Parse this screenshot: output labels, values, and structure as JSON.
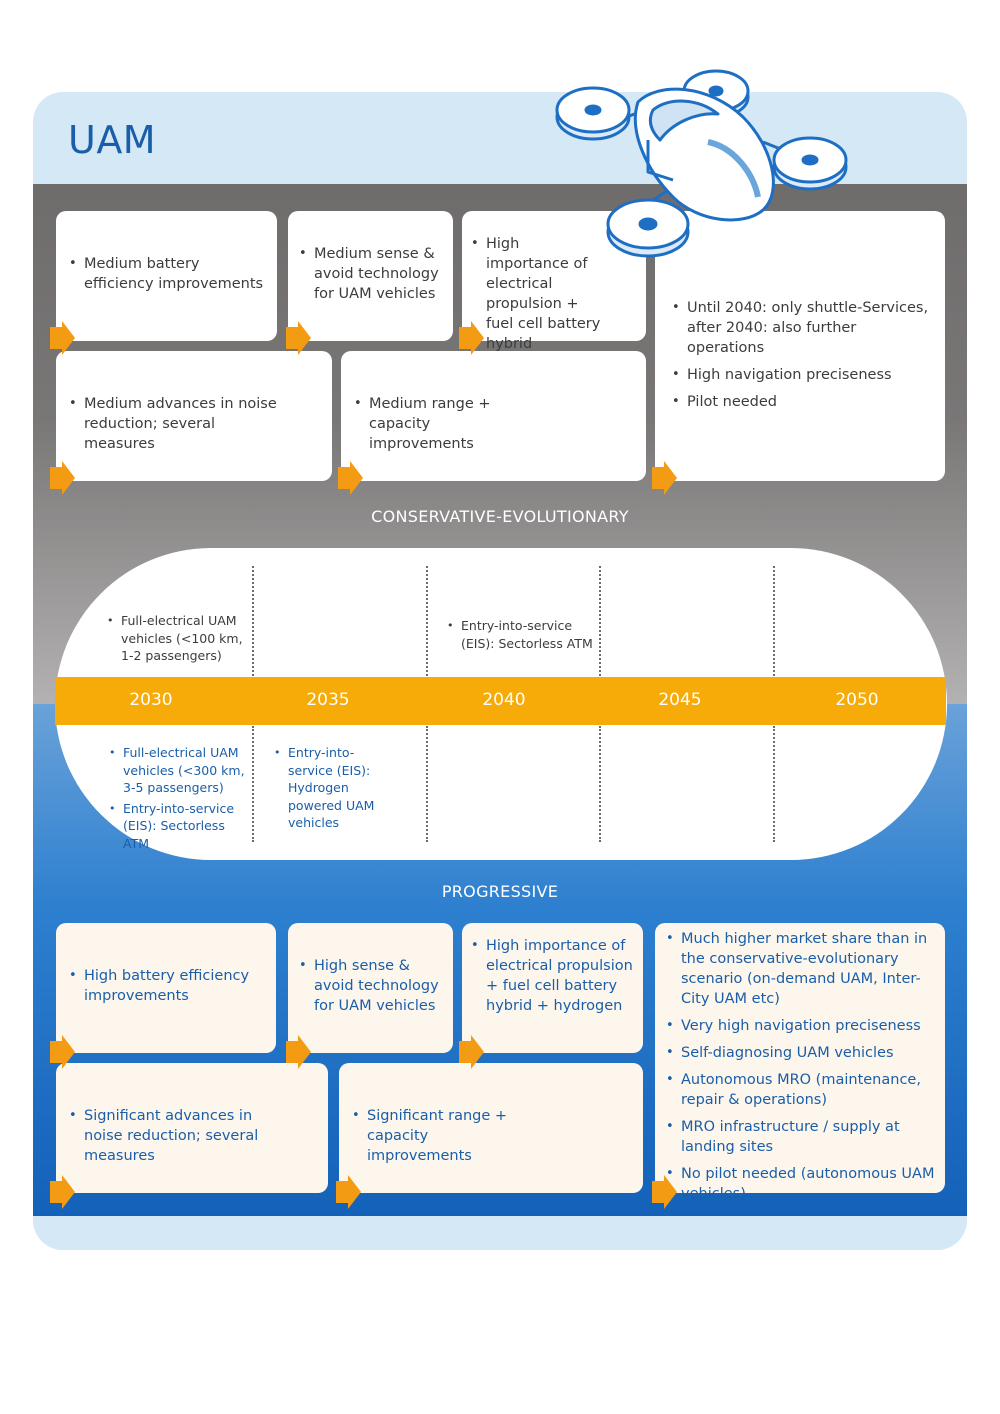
{
  "header": {
    "title": "UAM"
  },
  "conservative": {
    "label": "CONSERVATIVE-EVOLUTIONARY",
    "boxes": [
      {
        "items": [
          "Medium battery efficiency improvements"
        ]
      },
      {
        "items": [
          "Medium sense & avoid technology for UAM vehicles"
        ]
      },
      {
        "items": [
          "High importance of electrical propulsion + fuel cell battery hybrid"
        ]
      },
      {
        "items": [
          "Medium advances in noise reduction; several measures"
        ]
      },
      {
        "items": [
          "Medium range + capacity improvements"
        ]
      },
      {
        "items": [
          "Until 2040: only shuttle-Services, after 2040: also further operations",
          "High navigation preciseness",
          "Pilot needed"
        ]
      }
    ]
  },
  "timeline": {
    "years": [
      "2030",
      "2035",
      "2040",
      "2045",
      "2050"
    ],
    "conservative_notes": [
      {
        "items": [
          "Full-electrical UAM vehicles (<100 km, 1-2 passengers)"
        ]
      },
      {
        "items": [
          "Entry-into-service (EIS): Sectorless ATM"
        ]
      }
    ],
    "progressive_notes": [
      {
        "items": [
          "Full-electrical UAM vehicles (<300 km, 3-5 passengers)",
          "Entry-into-service (EIS): Sectorless ATM"
        ]
      },
      {
        "items": [
          "Entry-into-service (EIS): Hydrogen powered UAM vehicles"
        ]
      }
    ]
  },
  "progressive": {
    "label": "PROGRESSIVE",
    "boxes": [
      {
        "items": [
          "High battery efficiency improvements"
        ]
      },
      {
        "items": [
          "High sense & avoid technology for UAM vehicles"
        ]
      },
      {
        "items": [
          "High importance of electrical propulsion + fuel cell battery hybrid + hydrogen"
        ]
      },
      {
        "items": [
          "Significant advances in noise reduction; several measures"
        ]
      },
      {
        "items": [
          "Significant range + capacity improvements"
        ]
      },
      {
        "items": [
          "Much higher market share than in the conservative-evolutionary scenario (on-demand UAM, Inter-City UAM etc)",
          "Very high navigation preciseness",
          "Self-diagnosing UAM vehicles",
          "Autonomous MRO (maintenance, repair & operations)",
          "MRO infrastructure / supply at landing sites",
          "No pilot needed (autonomous UAM vehicles)"
        ]
      }
    ]
  },
  "colors": {
    "primary_blue": "#1a5ea9",
    "timeline_orange": "#f6ab09",
    "arrow_orange": "#f39b12",
    "gray_band": "#757272",
    "blue_band": "#1d6cc2"
  },
  "icons": {
    "drone": "drone-icon",
    "arrow": "arrow-right-icon"
  }
}
